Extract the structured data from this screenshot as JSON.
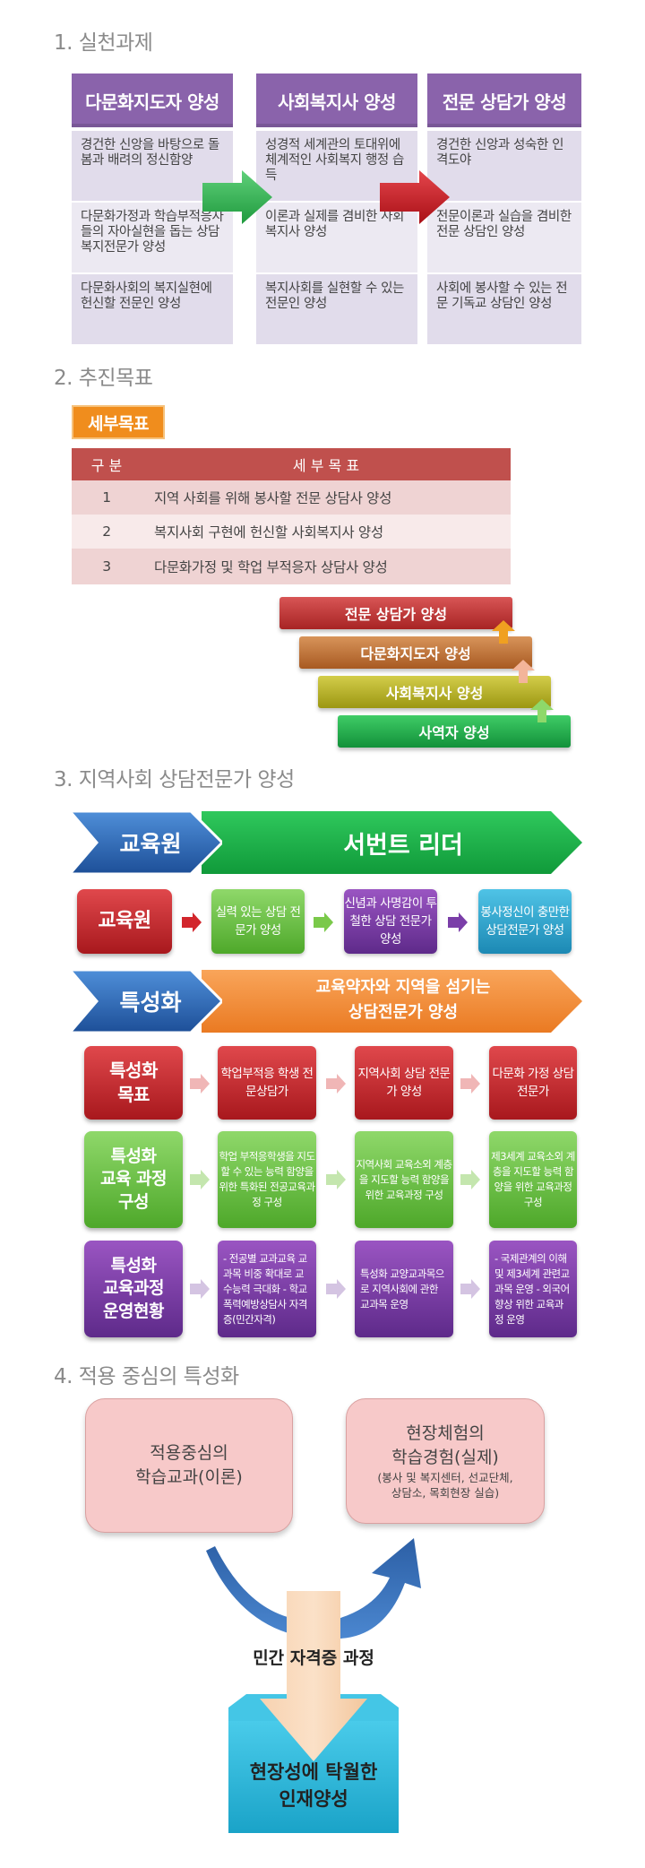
{
  "section1": {
    "title": "1. 실천과제",
    "columns": [
      {
        "header": "다문화지도자 양성",
        "cells": [
          "경건한 신앙을 바탕으로 돌봄과 배려의 정신함양",
          "다문화가정과 학습부적응자들의 자아실현을 돕는 상담복지전문가 양성",
          "다문화사회의 복지실현에 헌신할 전문인 양성"
        ]
      },
      {
        "header": "사회복지사 양성",
        "cells": [
          "성경적 세계관의 토대위에 체계적인 사회복지 행정 습득",
          "이론과 실제를 겸비한 사회복지사 양성",
          "복지사회를 실현할 수 있는 전문인 양성"
        ]
      },
      {
        "header": "전문 상담가 양성",
        "cells": [
          "경건한 신앙과 성숙한 인격도야",
          "전문이론과 실습을 겸비한 전문 상담인 양성",
          "사회에 봉사할 수 있는 전문 기독교 상담인 양성"
        ]
      }
    ],
    "colors": {
      "header": "#8a63ab",
      "arrow1": "#2bb24c",
      "arrow2": "#c8171e"
    }
  },
  "section2": {
    "title": "2. 추진목표",
    "badge": "세부목표",
    "table": {
      "headers": [
        "구 분",
        "세 부 목 표"
      ],
      "rows": [
        {
          "no": "1",
          "text": "지역 사회를 위해 봉사할 전문 상담사 양성"
        },
        {
          "no": "2",
          "text": "복지사회 구현에 헌신할 사회복지사 양성"
        },
        {
          "no": "3",
          "text": "다문화가정 및 학업 부적응자 상담사 양성"
        }
      ]
    },
    "steps": [
      {
        "label": "전문 상담가 양성",
        "color": "#c43c3c"
      },
      {
        "label": "다문화지도자 양성",
        "color": "#c0773a"
      },
      {
        "label": "사회복지사 양성",
        "color": "#b8b22a"
      },
      {
        "label": "사역자 양성",
        "color": "#1fae4a"
      }
    ]
  },
  "section3": {
    "title": "3. 지역사회 상담전문가 양성",
    "banner1": {
      "left": "교육원",
      "right": "서번트 리더"
    },
    "row1": {
      "head": "교육원",
      "items": [
        "실력 있는 상담 전문가 양성",
        "신념과 사명감이 투철한 상담 전문가 양성",
        "봉사정신이 충만한 상담전문가 양성"
      ]
    },
    "banner2": {
      "left": "특성화",
      "right_line1": "교육약자와 지역을 섬기는",
      "right_line2": "상담전문가 양성"
    },
    "row2": {
      "head_line1": "특성화",
      "head_line2": "목표",
      "items": [
        "학업부적응 학생 전문상담가",
        "지역사회 상담 전문가 양성",
        "다문화 가정 상담 전문가"
      ]
    },
    "row3": {
      "head_line1": "특성화",
      "head_line2": "교육 과정",
      "head_line3": "구성",
      "items": [
        "학업 부적응학생을 지도할 수 있는 능력 함양을 위한 특화된 전공교육과정 구성",
        "지역사회 교육소외 계층을 지도할 능력 함양을 위한 교육과정 구성",
        "제3세계 교육소외 계층을 지도할 능력 함양을 위한 교육과정 구성"
      ]
    },
    "row4": {
      "head_line1": "특성화",
      "head_line2": "교육과정",
      "head_line3": "운영현황",
      "items": [
        "- 전공별 교과교육 교과목 비중 확대로 교수능력 극대화 - 학교폭력예방상담사 자격증(민간자격)",
        "특성화 교양교과목으로 지역사회에 관한 교과목 운영",
        "- 국제관계의 이해 및 제3세계 관련교과목 운영 - 외국어 향상 위한 교육과정 운영"
      ]
    }
  },
  "section4": {
    "title": "4. 적용 중심의 특성화",
    "left_line1": "적용중심의",
    "left_line2": "학습교과(이론)",
    "right_line1": "현장체험의",
    "right_line2": "학습경험(실제)",
    "right_sub1": "(봉사 및 복지센터, 선교단체,",
    "right_sub2": "상담소, 목회현장 실습)",
    "middle": "민간 자격증 과정",
    "bottom_line1": "현장성에 탁월한",
    "bottom_line2": "인재양성"
  }
}
